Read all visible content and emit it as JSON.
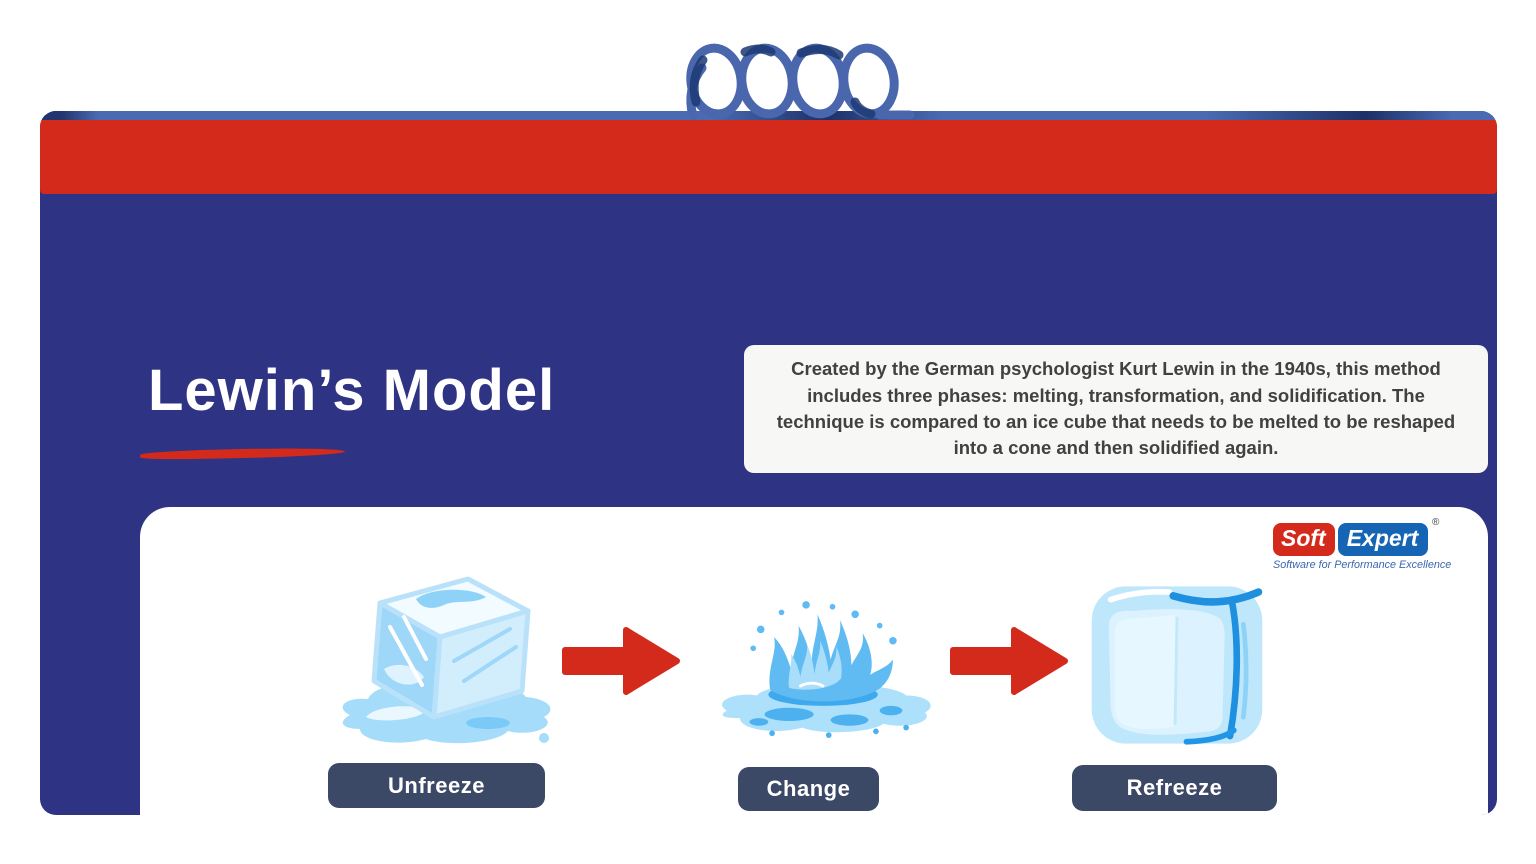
{
  "header": {
    "title": "Lewin’s Model",
    "underline_color": "#d32a1b"
  },
  "description": {
    "text": "Created by the German psychologist Kurt Lewin in the 1940s, this method includes three phases: melting, transformation, and solidification. The technique is compared to an ice cube that needs to be melted to be reshaped into a cone and then solidified again.",
    "bg": "#f7f7f5",
    "text_color": "#414141"
  },
  "card": {
    "bg": "#2f3383",
    "banner_color": "#d32a1b",
    "top_strip_color": "#4a6bb2",
    "top_strip_shade": "#1d3068",
    "spiral_color": "#4a67ae",
    "spiral_shade": "#1e3a74"
  },
  "diagram": {
    "panel_bg": "#ffffff",
    "arrow_color": "#d32a1b",
    "label_bg": "#3b4866",
    "label_text_color": "#ffffff",
    "stages": [
      {
        "label": "Unfreeze",
        "illustration": "melting-ice-cube"
      },
      {
        "label": "Change",
        "illustration": "water-splash"
      },
      {
        "label": "Refreeze",
        "illustration": "solid-ice-cube"
      }
    ]
  },
  "logo": {
    "part1": "Soft",
    "part2": "Expert",
    "registered": "®",
    "tagline": "Software for Performance Excellence",
    "part1_bg": "#d32a1b",
    "part2_bg": "#1565b4",
    "tagline_color": "#3a66b0"
  }
}
